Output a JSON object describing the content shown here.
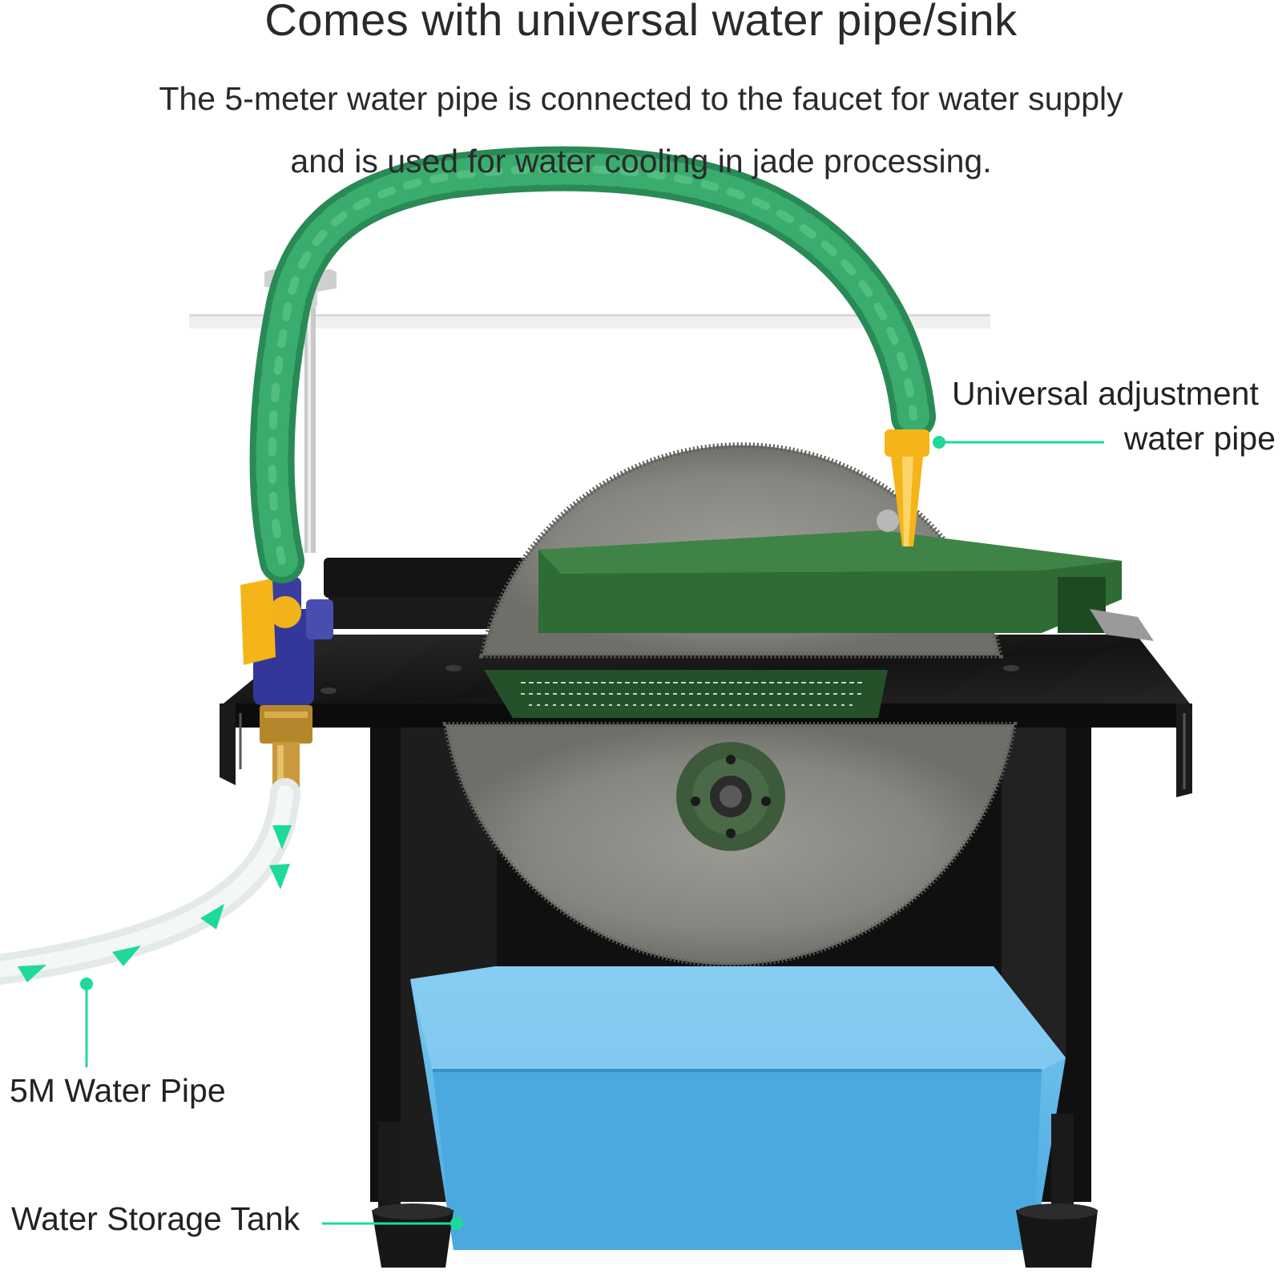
{
  "header": {
    "title": "Comes with universal water pipe/sink",
    "subtitle_line1": "The 5-meter water pipe is connected to the faucet for water supply",
    "subtitle_line2": "and is used for water cooling in jade processing."
  },
  "callouts": {
    "universal_line1": "Universal adjustment",
    "universal_line2": "water pipe",
    "water_pipe": "5M Water Pipe",
    "storage_tank": "Water Storage Tank"
  },
  "colors": {
    "accent_green": "#1ed99a",
    "hose_green": "#35a46a",
    "nozzle_yellow": "#f5b417",
    "valve_blue": "#3a3d9e",
    "tank_blue": "#59b4e6",
    "frame_black": "#111111",
    "blade_gray": "#8c8c86"
  }
}
